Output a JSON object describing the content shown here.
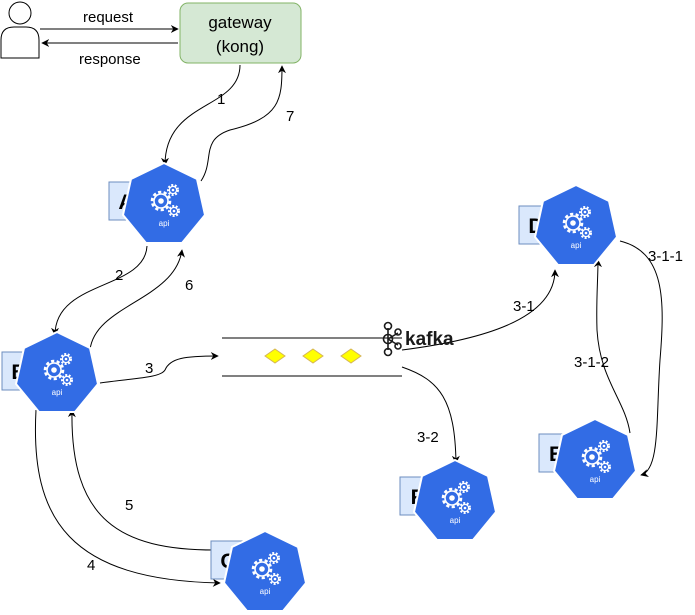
{
  "gateway": {
    "line1": "gateway",
    "line2": "(kong)"
  },
  "user_links": {
    "request": "request",
    "response": "response"
  },
  "steps": {
    "s1": "1",
    "s2": "2",
    "s3": "3",
    "s4": "4",
    "s5": "5",
    "s6": "6",
    "s7": "7",
    "s3_1": "3-1",
    "s3_2": "3-2",
    "s3_1_1": "3-1-1",
    "s3_1_2": "3-1-2"
  },
  "queue": {
    "brand": "kafka"
  },
  "services": [
    {
      "letter": "A",
      "icon_label": "api"
    },
    {
      "letter": "B",
      "icon_label": "api"
    },
    {
      "letter": "C",
      "icon_label": "api"
    },
    {
      "letter": "D",
      "icon_label": "api"
    },
    {
      "letter": "E",
      "icon_label": "api"
    },
    {
      "letter": "F",
      "icon_label": "api"
    }
  ],
  "colors": {
    "k8s_blue": "#326ce5",
    "gateway_fill": "#d5e8d4",
    "gateway_stroke": "#82b366",
    "letter_box_fill": "#dae8fc",
    "letter_box_stroke": "#6c8ebf",
    "message_fill": "#ffff00",
    "message_stroke": "#d6b656"
  },
  "icons": {
    "user": "user-icon",
    "service": "kubernetes-api-icon",
    "queue": "kafka-logo-icon",
    "message": "message-diamond-icon"
  }
}
